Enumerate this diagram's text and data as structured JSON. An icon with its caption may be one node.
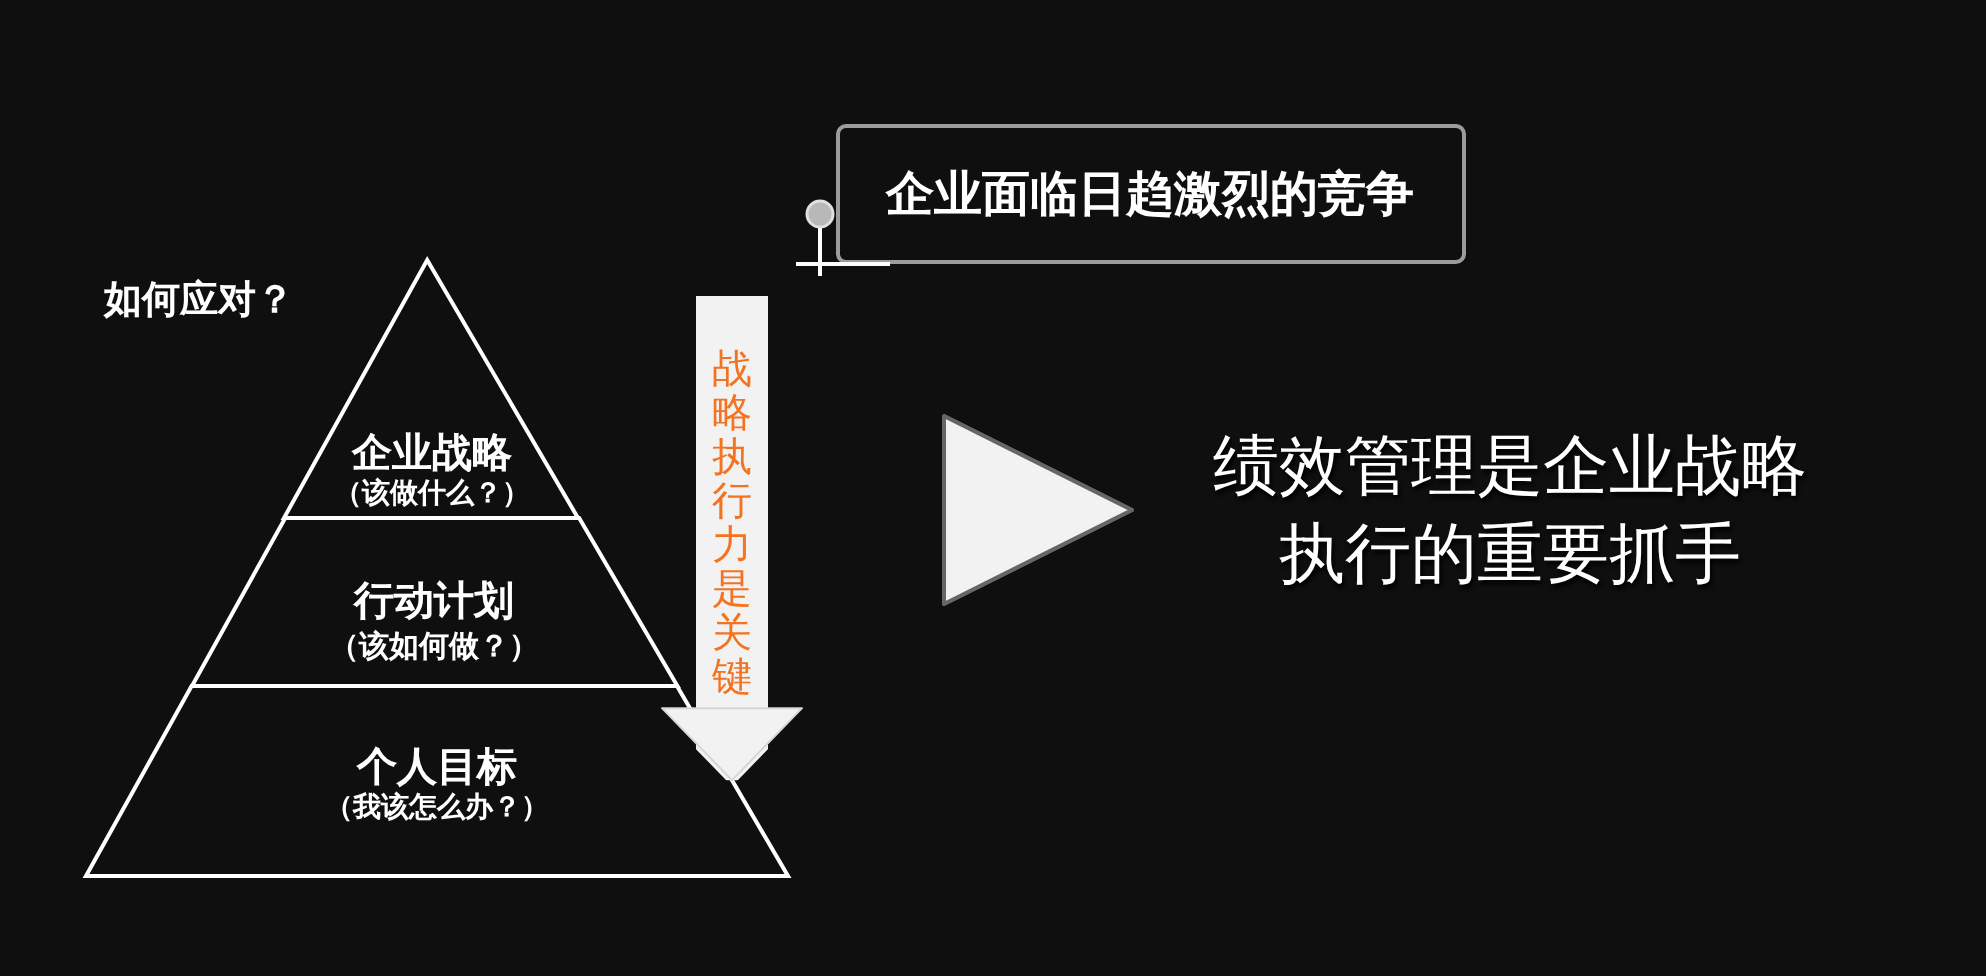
{
  "diagram": {
    "nodes": [
      {
        "text": [
          "企业面临日趋激烈的竞争"
        ]
      },
      {
        "text": [
          "企业战略",
          "（该做什么？）"
        ]
      },
      {
        "text": [
          "行动计划",
          "（该如何做？）"
        ]
      },
      {
        "text": [
          "个人目标",
          "（我该怎么办？）"
        ]
      },
      {
        "text": [
          "绩效管理是企业战略执行的重要抓手"
        ]
      }
    ],
    "edges": [
      {
        "from": null,
        "to": 3,
        "arrow": "to",
        "label": "战略执行力是关键",
        "style": "thick"
      },
      {
        "from": null,
        "to": 4,
        "arrow": "to"
      }
    ],
    "labels": [
      "如何应对？"
    ]
  }
}
